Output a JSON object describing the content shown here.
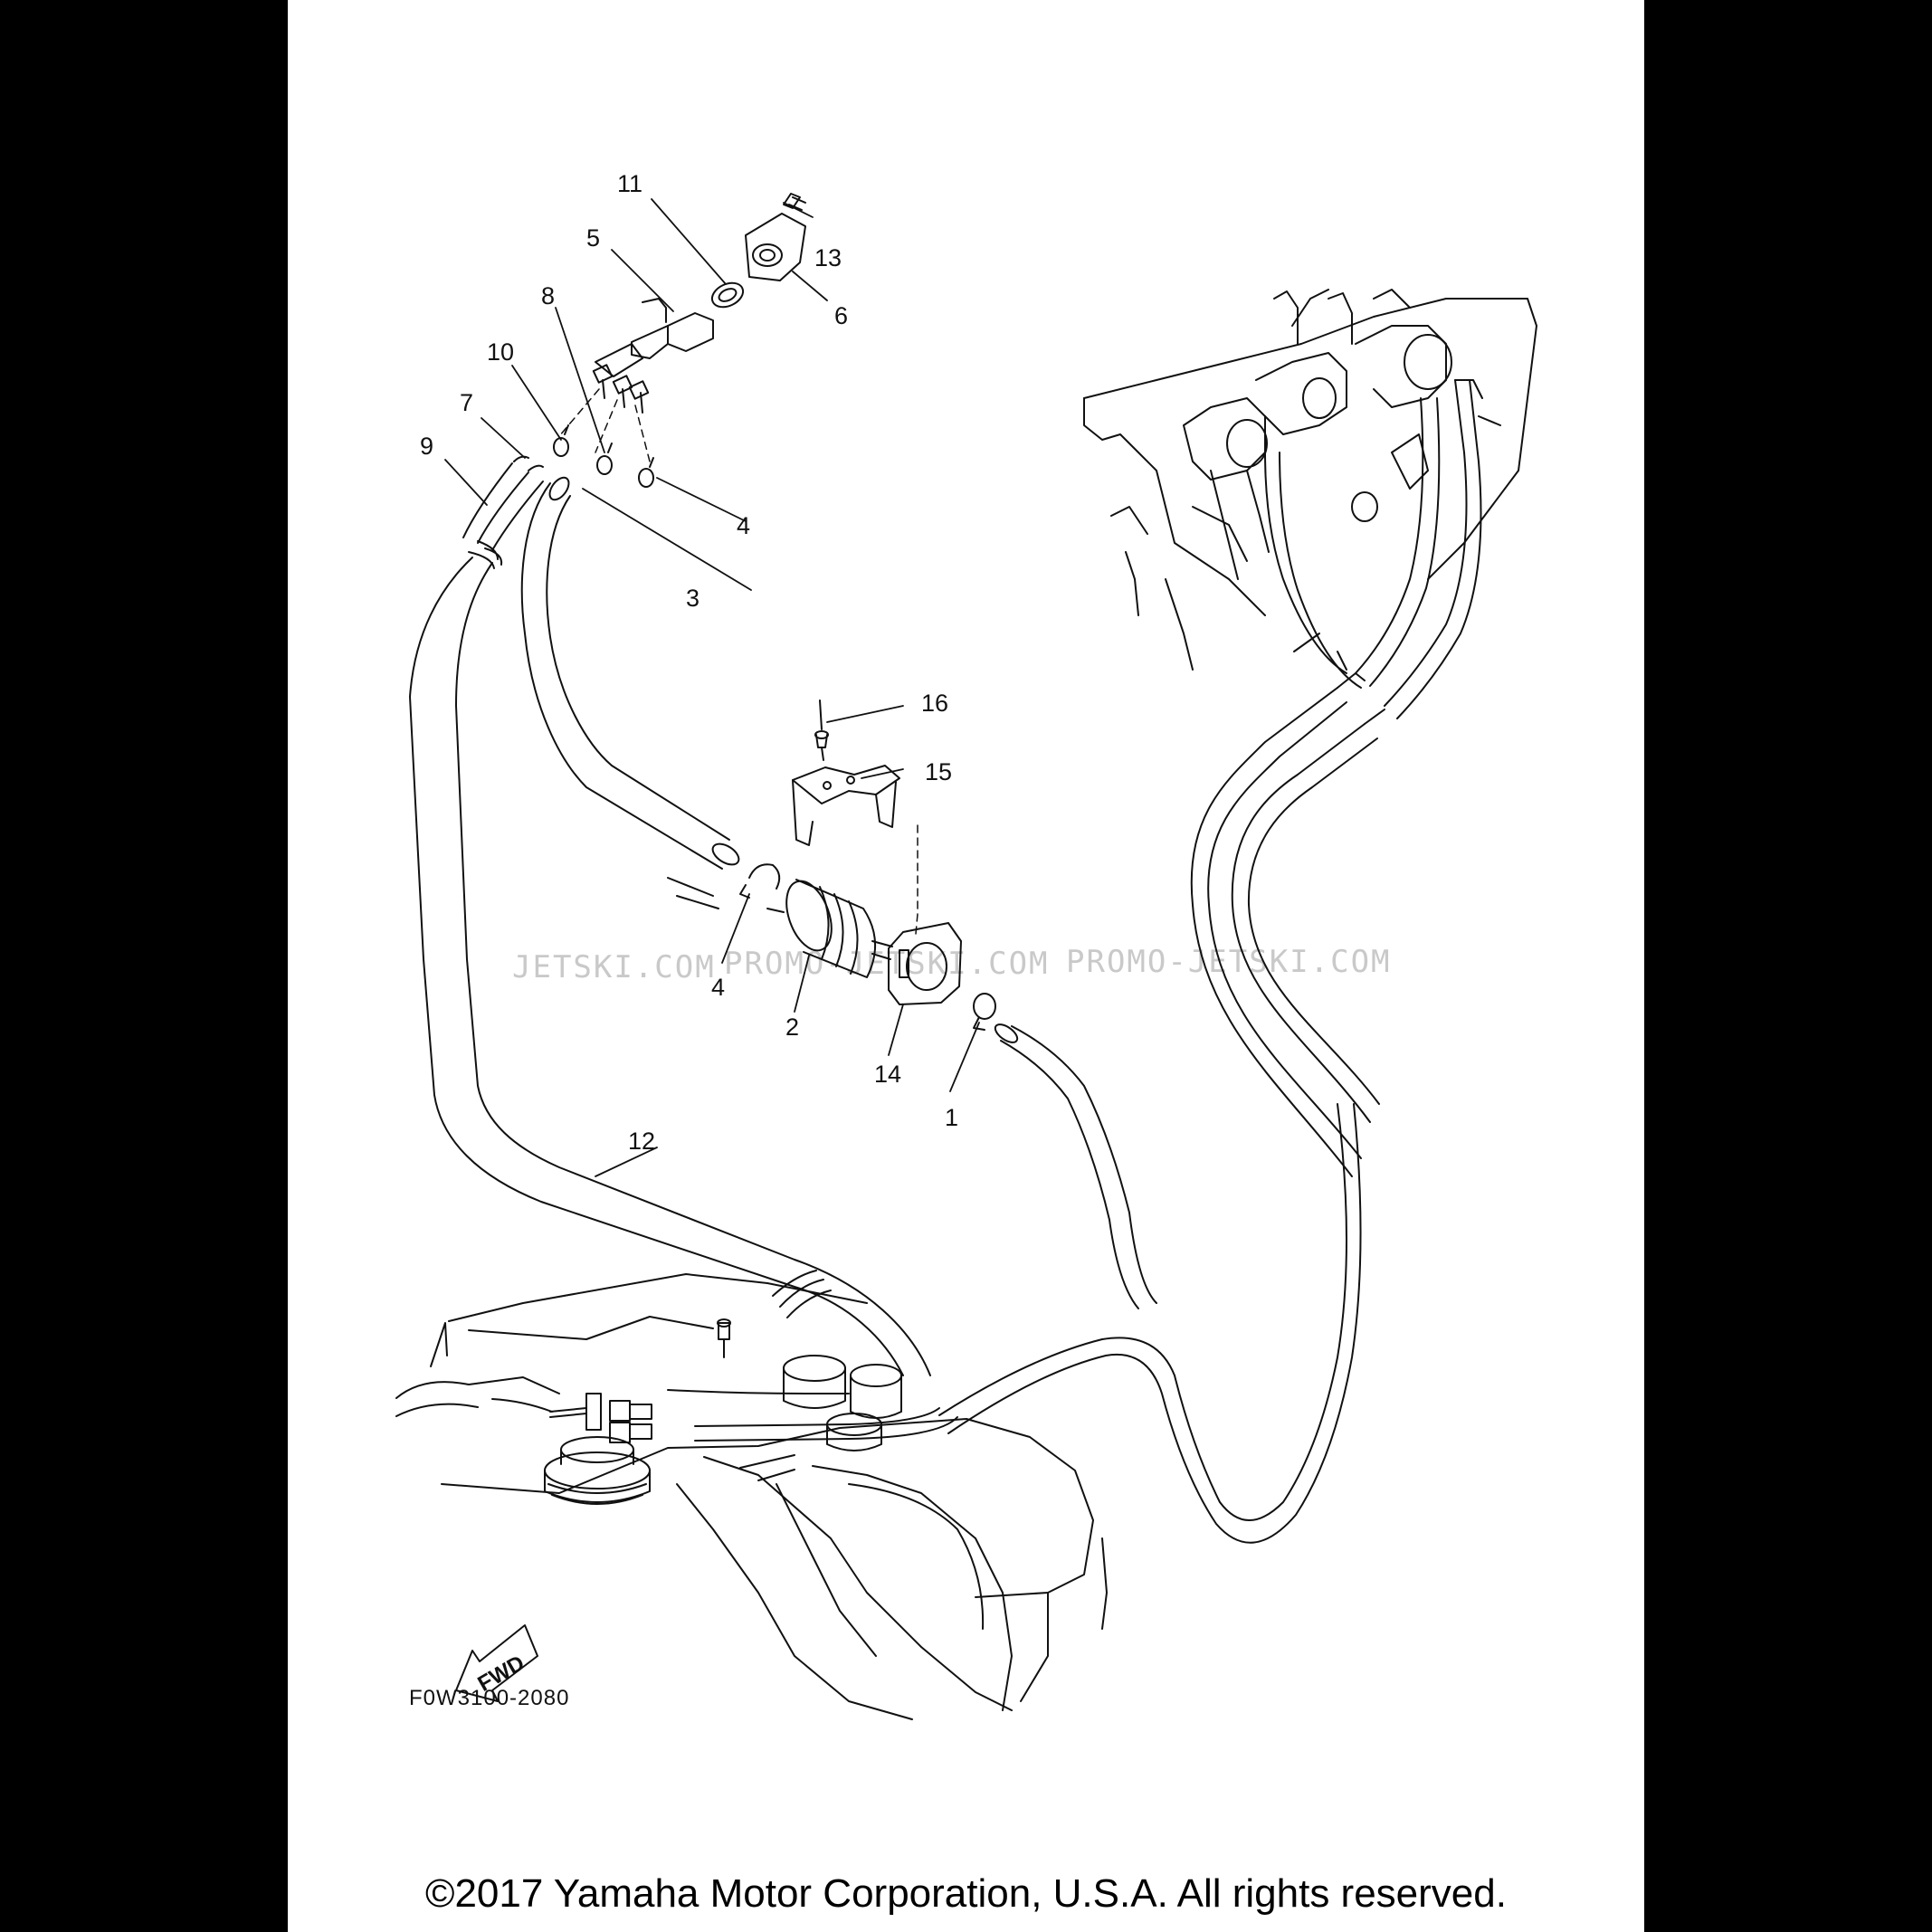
{
  "callouts": [
    {
      "id": "1",
      "text": "1"
    },
    {
      "id": "2",
      "text": "2"
    },
    {
      "id": "3",
      "text": "3"
    },
    {
      "id": "4a",
      "text": "4"
    },
    {
      "id": "4b",
      "text": "4"
    },
    {
      "id": "5",
      "text": "5"
    },
    {
      "id": "6",
      "text": "6"
    },
    {
      "id": "7",
      "text": "7"
    },
    {
      "id": "8",
      "text": "8"
    },
    {
      "id": "9",
      "text": "9"
    },
    {
      "id": "10",
      "text": "10"
    },
    {
      "id": "11",
      "text": "11"
    },
    {
      "id": "12",
      "text": "12"
    },
    {
      "id": "13",
      "text": "13"
    },
    {
      "id": "14",
      "text": "14"
    },
    {
      "id": "15",
      "text": "15"
    },
    {
      "id": "16",
      "text": "16"
    }
  ],
  "direction_label": "FWD",
  "diagram_code": "F0W3100-2080",
  "watermarks": [
    "JETSKI.COM",
    "PROMO-JETSKI.COM",
    "PROMO-JETSKI.COM"
  ],
  "copyright": "©2017 Yamaha Motor Corporation, U.S.A. All rights reserved.",
  "colors": {
    "page_bg": "#000000",
    "sheet_bg": "#ffffff",
    "line": "#111111",
    "watermark": "#c9c9c9"
  }
}
